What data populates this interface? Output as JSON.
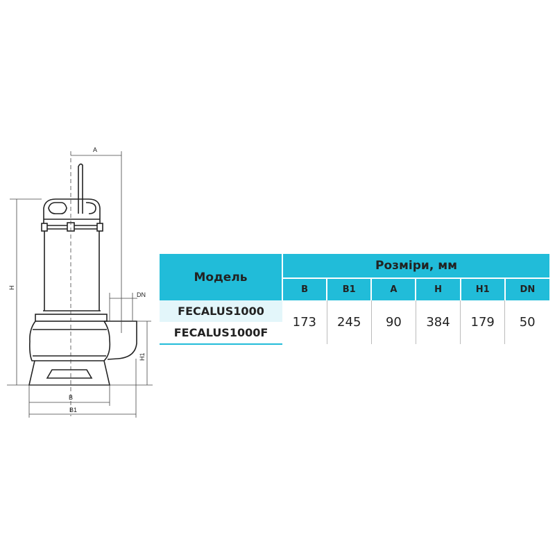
{
  "drawing": {
    "labels": {
      "A": "A",
      "H": "H",
      "DN": "DN",
      "H1": "H1",
      "B": "B",
      "B1": "B1"
    }
  },
  "table": {
    "model_header": "Модель",
    "sizes_header": "Розміри, мм",
    "columns": [
      "B",
      "B1",
      "A",
      "H",
      "H1",
      "DN"
    ],
    "models": [
      "FECALUS1000",
      "FECALUS1000F"
    ],
    "values": [
      "173",
      "245",
      "90",
      "384",
      "179",
      "50"
    ]
  },
  "colors": {
    "accent": "#21bcd9",
    "highlight": "#e3f6fa"
  }
}
